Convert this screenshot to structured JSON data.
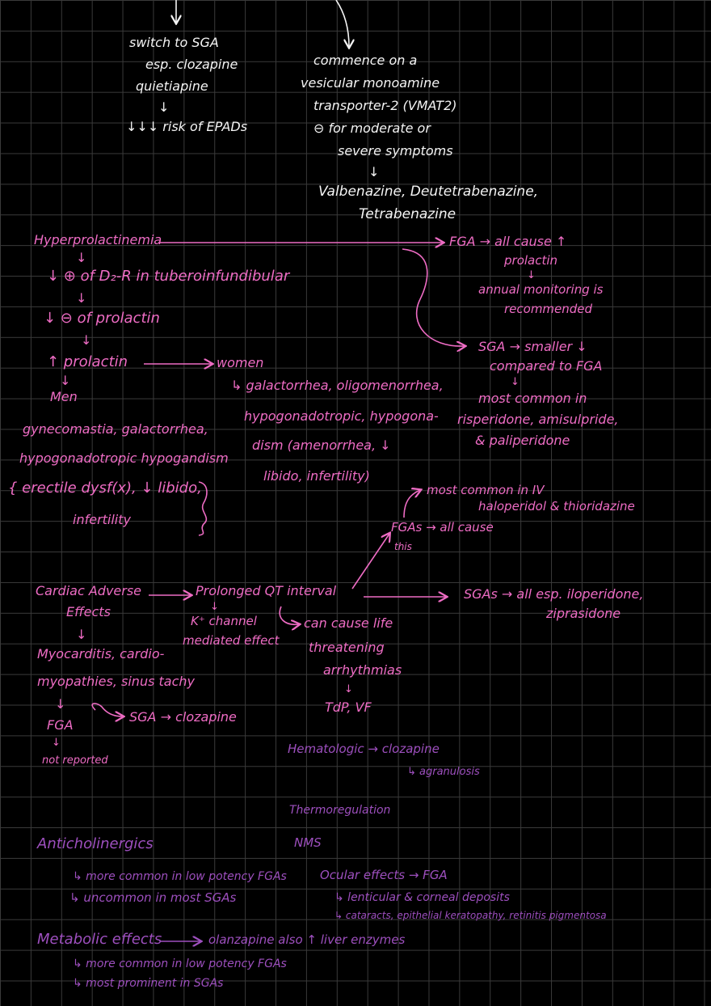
{
  "colors": {
    "background": "#000000",
    "grid": "#3a3a3a",
    "white": "#f4f4f4",
    "pink": "#ee6cc4",
    "purple": "#9d4fbe"
  },
  "eps": {
    "sga_switch": [
      "switch to SGA",
      "esp. clozapine",
      "quietiapine"
    ],
    "eps_risk": "↓↓↓ risk of EPADs"
  },
  "vmat": {
    "lines": [
      "commence on a",
      "vesicular monoamine",
      "transporter-2 (VMAT2)",
      "⊖ for moderate or",
      "severe symptoms"
    ],
    "drugs": [
      "Valbenazine, Deutetrabenazine,",
      "Tetrabenazine"
    ]
  },
  "hyperprolactinemia": {
    "title": "Hyperprolactinemia",
    "step1": "↓ ⊕ of D₂-R in tuberoinfundibular",
    "step2": "↓ ⊖ of prolactin",
    "step3": "↑ prolactin",
    "women": "women",
    "women_effects": [
      "↳ galactorrhea, oligomenorrhea,",
      "hypogonadotropic, hypogona-",
      "dism (amenorrhea, ↓",
      "libido, infertility)"
    ],
    "men": "Men",
    "men_effects": [
      "gynecomastia, galactorrhea,",
      "hypogonadotropic hypogandism"
    ],
    "men_bracket": [
      "{ erectile dysf(x), ↓ libido,",
      "infertility"
    ],
    "fga": "FGA → all cause ↑",
    "fga_detail": [
      "prolactin",
      "↓",
      "annual monitoring is",
      "recommended"
    ],
    "sga": "SGA → smaller ↓",
    "sga_detail": [
      "compared to FGA",
      "↓",
      "most common in",
      "risperidone, amisulpride,",
      "& paliperidone"
    ]
  },
  "cardiac": {
    "title": [
      "Cardiac Adverse",
      "Effects"
    ],
    "qt": "Prolonged QT interval",
    "k_channel": [
      "K⁺ channel",
      "mediated effect"
    ],
    "life_threat": [
      "can cause life",
      "threatening",
      "arrhythmias"
    ],
    "tdp": "TdP, VF",
    "fgas": "FGAs → all cause",
    "fgas_sub": "this",
    "most_common": "most common in IV",
    "halo": "haloperidol & thioridazine",
    "sgas": "SGAs → all esp. iloperidone,",
    "zipra": "ziprasidone",
    "myo": [
      "Myocarditis, cardio-",
      "myopathies, sinus tachy"
    ],
    "fga": "FGA",
    "sga_cloz": "SGA → clozapine",
    "not_reported": "not reported"
  },
  "other": {
    "hematologic": "Hematologic → clozapine",
    "agran": "↳ agranulosis",
    "thermo": "Thermoregulation",
    "nms": "NMS",
    "anticholinergic": "Anticholinergics",
    "anti1": "↳ more common in low potency FGAs",
    "anti2": "↳ uncommon in most SGAs",
    "ocular": "Ocular effects → FGA",
    "ocular1": "↳ lenticular & corneal deposits",
    "ocular2": "↳ cataracts, epithelial keratopathy, retinitis pigmentosa",
    "metabolic": "Metabolic effects",
    "olanz": "olanzapine also ↑ liver enzymes",
    "meta1": "↳ more common in low potency FGAs",
    "meta2": "↳ most prominent in SGAs"
  }
}
